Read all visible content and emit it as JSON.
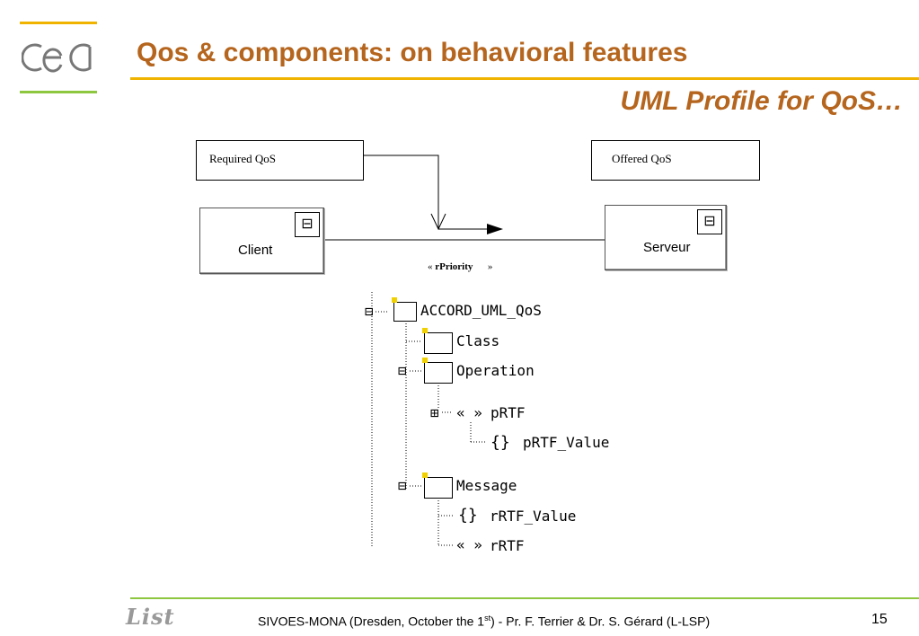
{
  "header": {
    "logo_text": "cea",
    "title": "Qos & components: on behavioral features",
    "subtitle": "UML Profile for QoS…"
  },
  "diagram": {
    "required_qos": "Required QoS",
    "offered_qos": "Offered QoS",
    "client": "Client",
    "server": "Serveur",
    "stereotype_open": "«",
    "stereotype_name": "rPriority",
    "stereotype_close": "»",
    "component_icon": "component-icon"
  },
  "tree": {
    "root": "ACCORD_UML_QoS",
    "class": "Class",
    "operation": "Operation",
    "op_stereo_symbol": "« »",
    "op_stereo": "pRTF",
    "op_value_symbol": "{}",
    "op_value": "pRTF_Value",
    "message": "Message",
    "msg_value_symbol": "{}",
    "msg_value": "rRTF_Value",
    "msg_stereo_symbol": "« »",
    "msg_stereo": "rRTF",
    "expanded_symbol": "⊟",
    "collapsed_symbol": "⊞"
  },
  "footer": {
    "logo_text": "List",
    "text_before": "SIVOES-MONA (Dresden, October the 1",
    "sup": "st",
    "text_after": ") - Pr. F. Terrier & Dr. S. Gérard  (L-LSP)",
    "page": "15"
  },
  "colors": {
    "title": "#b5651d",
    "accent_yellow": "#f0b400",
    "accent_green": "#8dc63f"
  }
}
